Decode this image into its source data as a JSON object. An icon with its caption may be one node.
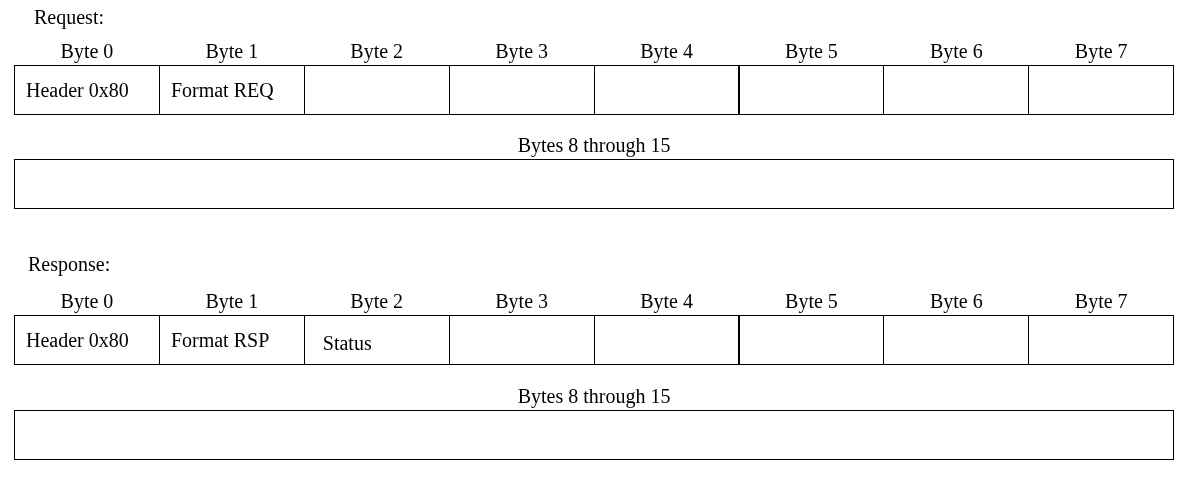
{
  "diagram": {
    "nodes": [
      {
        "text": [
          "Byte 0",
          "Header 0x80"
        ]
      },
      {
        "text": [
          "Byte 1",
          "Format REQ"
        ]
      },
      {
        "text": [
          "Byte 2"
        ]
      },
      {
        "text": [
          "Byte 3"
        ]
      },
      {
        "text": [
          "Byte 4"
        ]
      },
      {
        "text": [
          "Byte 5"
        ]
      },
      {
        "text": [
          "Byte 6"
        ]
      },
      {
        "text": [
          "Byte 7"
        ]
      },
      {
        "text": [
          "Bytes 8 through 15"
        ]
      },
      {
        "text": [
          "Byte 0",
          "Header 0x80"
        ]
      },
      {
        "text": [
          "Byte 1",
          "Format RSP"
        ]
      },
      {
        "text": [
          "Byte 2",
          "Status"
        ]
      },
      {
        "text": [
          "Byte 3"
        ]
      },
      {
        "text": [
          "Byte 4"
        ]
      },
      {
        "text": [
          "Byte 5"
        ]
      },
      {
        "text": [
          "Byte 6"
        ]
      },
      {
        "text": [
          "Byte 7"
        ]
      },
      {
        "text": [
          "Bytes 8 through 15"
        ]
      }
    ],
    "labels": [
      "Request:",
      "Response:"
    ]
  }
}
